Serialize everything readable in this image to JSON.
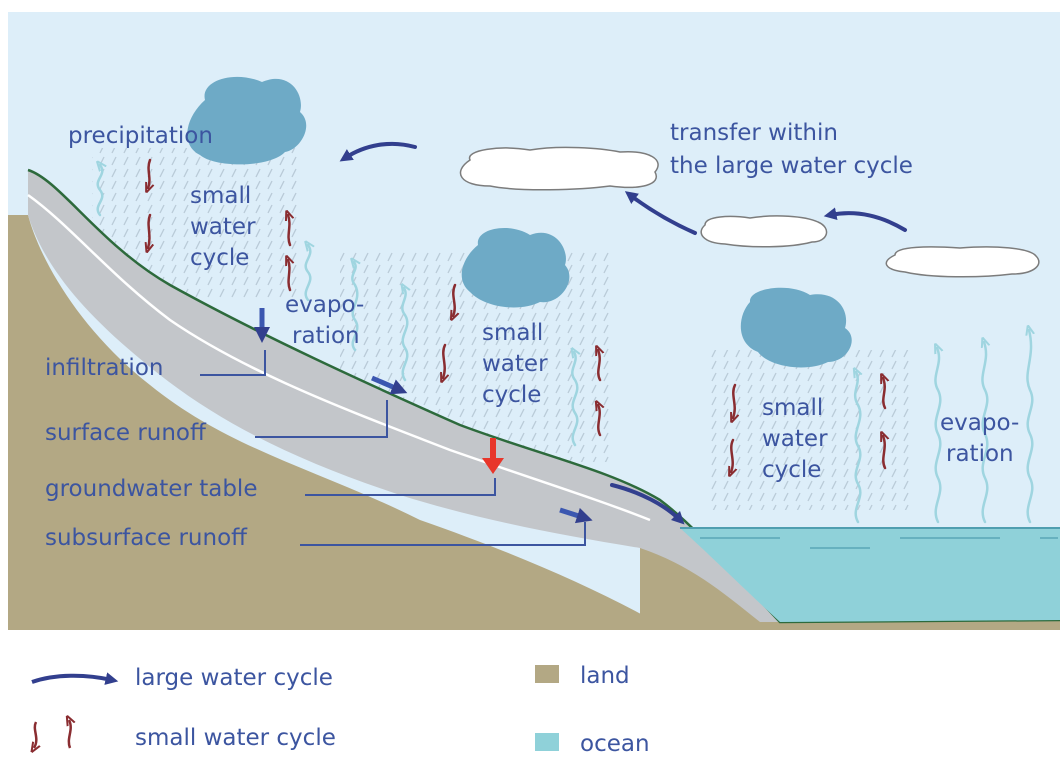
{
  "labels": {
    "precipitation": "precipitation",
    "small_cycle_1": [
      "small",
      "water",
      "cycle"
    ],
    "evaporation_1": [
      "evapo-",
      "ration"
    ],
    "small_cycle_2": [
      "small",
      "water",
      "cycle"
    ],
    "small_cycle_3": [
      "small",
      "water",
      "cycle"
    ],
    "evaporation_2": [
      "evapo-",
      "ration"
    ],
    "transfer": [
      "transfer within",
      "the large water cycle"
    ],
    "infiltration": "infiltration",
    "surface_runoff": "surface runoff",
    "groundwater_table": "groundwater table",
    "subsurface_runoff": "subsurface runoff"
  },
  "legend": {
    "large_cycle": "large water cycle",
    "small_cycle": "small water cycle",
    "land": "land",
    "ocean": "ocean"
  },
  "colors": {
    "sky": "#ddeef9",
    "land": "#b3a884",
    "soil": "#c3c6ca",
    "ocean": "#8fd1d9",
    "cloud_dark": "#6eaac6",
    "label_text": "#3c55a0",
    "large_arrow": "#323f8e",
    "small_arrow": "#8a2d31",
    "groundwater_arrow": "#e8362a",
    "evaporation": "#9fd5e0",
    "hillside_line": "#2d6a3c"
  },
  "icons": [
    "cloud-dark-icon",
    "cloud-white-icon",
    "large-cycle-arrow-icon",
    "small-cycle-arrow-icon",
    "evaporation-wave-icon"
  ]
}
